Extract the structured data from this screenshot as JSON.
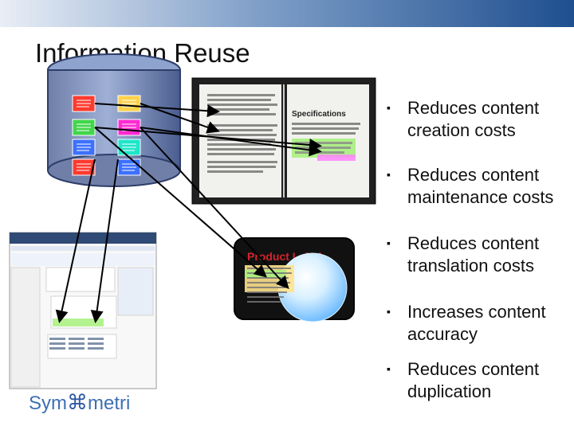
{
  "title": "Information Reuse",
  "bullets": [
    {
      "line1": "Reduces content",
      "line2": "creation costs"
    },
    {
      "line1": "Reduces content",
      "line2": "maintenance costs"
    },
    {
      "line1": "Reduces content",
      "line2": "translation costs"
    },
    {
      "line1": "Increases content",
      "line2": "accuracy"
    },
    {
      "line1": "Reduces content",
      "line2": "duplication"
    }
  ],
  "book": {
    "heading": "Specifications"
  },
  "label": {
    "title": "Product Label"
  },
  "logo": {
    "left": "Sym",
    "right": "metri"
  },
  "colors": {
    "accent": "#1f4f8f",
    "db_blue": "#536aa6",
    "book": "#2b2b2b",
    "label_bg": "#111111"
  }
}
